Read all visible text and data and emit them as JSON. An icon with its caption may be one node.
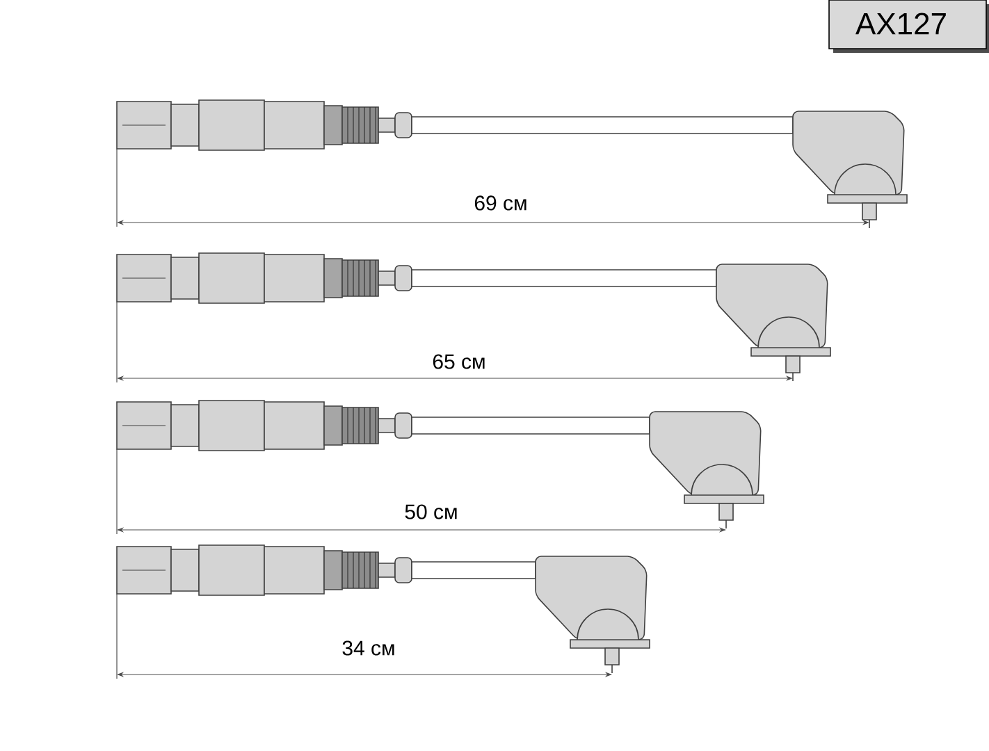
{
  "diagram": {
    "labels": [
      "AX127",
      "69 см",
      "65 см",
      "50 см",
      "34 см"
    ]
  }
}
